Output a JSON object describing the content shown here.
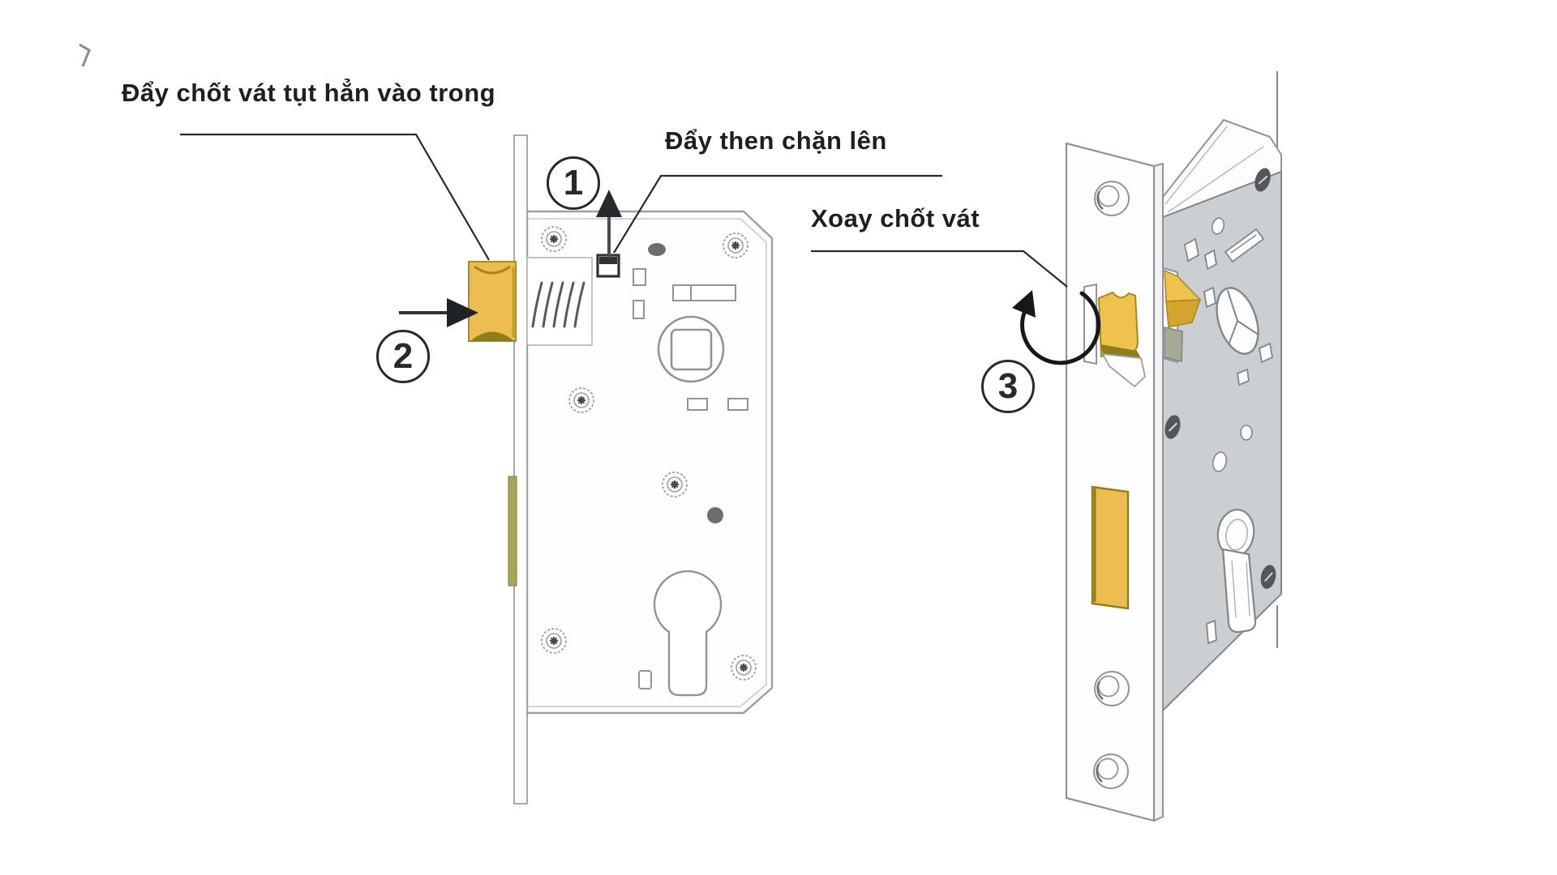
{
  "diagram": {
    "title": "Mortise lock latch reversing instructions",
    "steps": {
      "step1": {
        "number": "1",
        "label": "Đẩy then chặn lên"
      },
      "step2": {
        "number": "2",
        "label": "Đẩy chốt vát tụt hẳn vào trong"
      },
      "step3": {
        "number": "3",
        "label": "Xoay chốt vát"
      }
    },
    "icons": [
      "up-arrow-icon",
      "right-arrow-icon",
      "rotate-arrow-icon",
      "screw-icon",
      "spring-icon",
      "spindle-follower-icon",
      "euro-cylinder-hole-icon"
    ],
    "colors": {
      "background": "#ffffff",
      "latch_yellow": "#ECBD4F",
      "latch_bright": "#EFC14D",
      "latch_shadow": "#8F7D1C",
      "latch_mid": "#D3A52F",
      "deadbolt_edge": "#A9A45A",
      "body_gray": "#CBCFD2",
      "outline_gray": "#8f9498",
      "dark_line": "#26292d",
      "metal_white": "#fdfdfd"
    }
  }
}
